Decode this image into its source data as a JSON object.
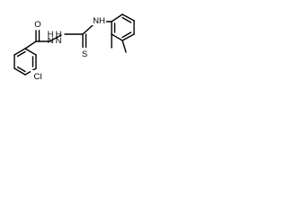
{
  "structure": {
    "atoms": {
      "o": "O",
      "nh_left": "H",
      "nh_left_n": "N",
      "nh_mid": "H",
      "nh_mid_n": "N",
      "nh_right": "NH",
      "s": "S",
      "cl": "Cl"
    }
  },
  "colors": {
    "bond": "#000000",
    "label": "#000000",
    "background": "#ffffff"
  }
}
